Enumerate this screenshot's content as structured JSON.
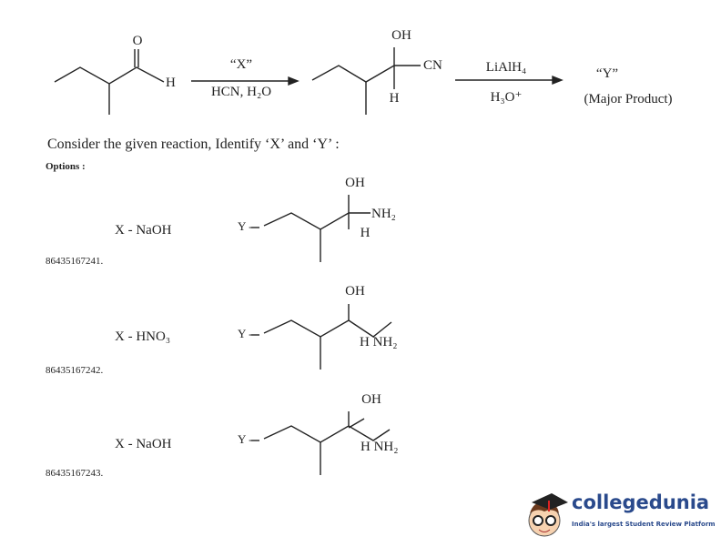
{
  "reaction": {
    "reactant_o": "O",
    "reactant_h": "H",
    "arrow1_top": "“X”",
    "arrow1_bottom": "HCN, H₂O",
    "intermediate_oh": "OH",
    "intermediate_cn": "CN",
    "intermediate_h": "H",
    "arrow2_top": "LiAlH₄",
    "arrow2_bottom": "H₃O⁺",
    "product": "“Y”",
    "product_note": "(Major Product)"
  },
  "question": "Consider the given reaction, Identify ‘X’ and ‘Y’ :",
  "options_label": "Options :",
  "options": [
    {
      "x": "X - NaOH",
      "y_label": "Y -",
      "oh": "OH",
      "nh2": "NH₂",
      "h": "H",
      "id": "86435167241."
    },
    {
      "x": "X - HNO₃",
      "y_label": "Y -",
      "oh": "OH",
      "h_nh2": "H NH₂",
      "id": "86435167242."
    },
    {
      "x": "X - NaOH",
      "y_label": "Y -",
      "oh": "OH",
      "h_nh2": "H NH₂",
      "id": "86435167243."
    }
  ],
  "logo": {
    "name": "collegedunia",
    "tagline": "India's largest Student Review Platform"
  }
}
